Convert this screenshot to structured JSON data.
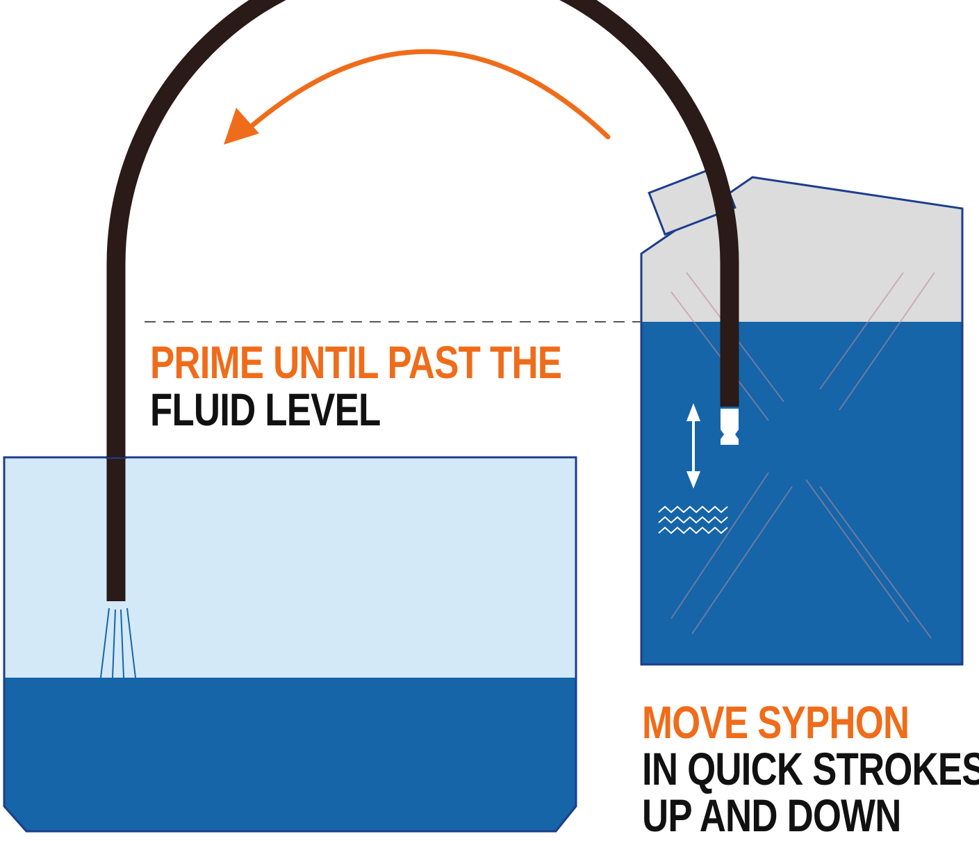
{
  "colors": {
    "accent": "#ef6c1a",
    "text": "#111111",
    "hose": "#2a1a18",
    "fluid": "#1565a8",
    "tank_empty": "#d3e9f7",
    "container_top": "#dcdcdc",
    "outline": "#1d3e8c"
  },
  "captions": {
    "prime": {
      "line1": "PRIME UNTIL PAST THE",
      "line2": "FLUID LEVEL"
    },
    "move": {
      "line1": "MOVE SYPHON",
      "line2": "IN QUICK STROKES",
      "line3": "UP AND DOWN"
    }
  }
}
